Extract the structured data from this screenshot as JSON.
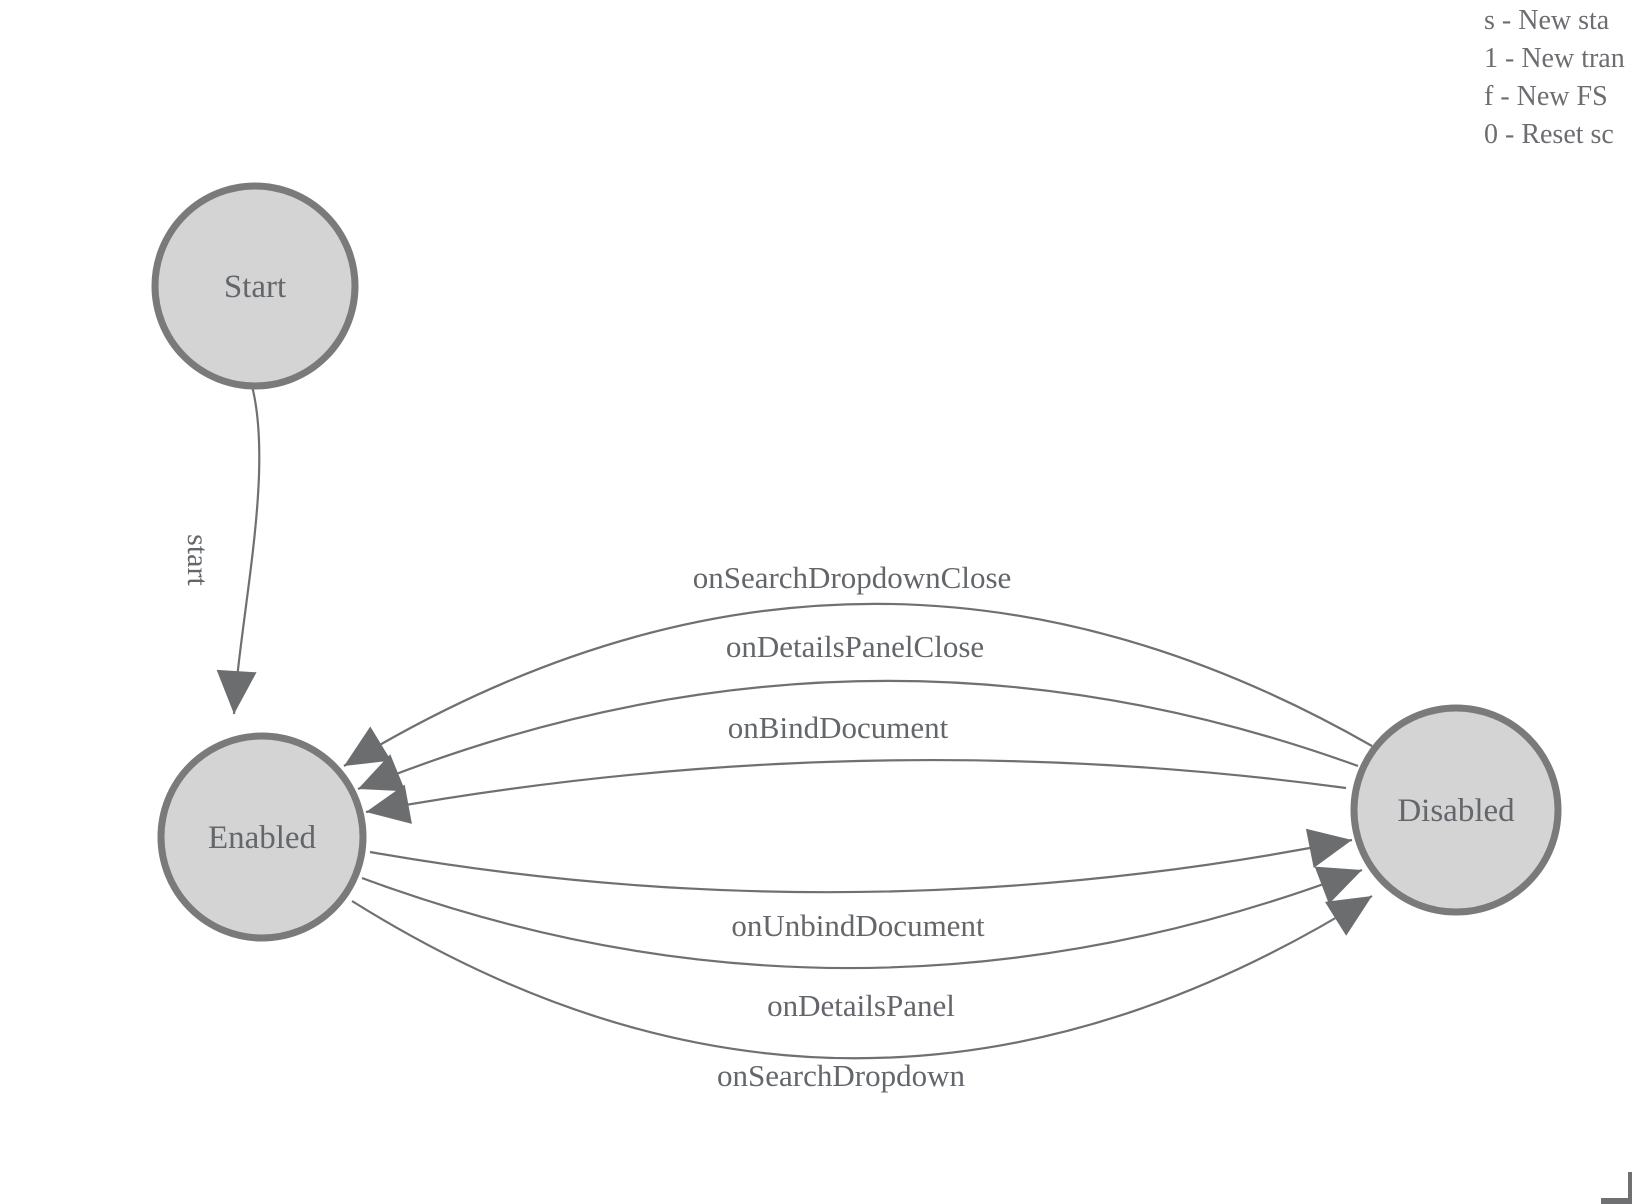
{
  "diagram": {
    "type": "finite-state-machine",
    "nodes": {
      "start": {
        "label": "Start"
      },
      "enabled": {
        "label": "Enabled"
      },
      "disabled": {
        "label": "Disabled"
      }
    },
    "edges": {
      "start": {
        "label": "start",
        "from": "Start",
        "to": "Enabled"
      },
      "disabled_to_enabled": [
        {
          "label": "onSearchDropdownClose",
          "from": "Disabled",
          "to": "Enabled"
        },
        {
          "label": "onDetailsPanelClose",
          "from": "Disabled",
          "to": "Enabled"
        },
        {
          "label": "onBindDocument",
          "from": "Disabled",
          "to": "Enabled"
        }
      ],
      "enabled_to_disabled": [
        {
          "label": "onUnbindDocument",
          "from": "Enabled",
          "to": "Disabled"
        },
        {
          "label": "onDetailsPanel",
          "from": "Enabled",
          "to": "Disabled"
        },
        {
          "label": "onSearchDropdown",
          "from": "Enabled",
          "to": "Disabled"
        }
      ]
    }
  },
  "legend": {
    "lines": [
      "s - New sta",
      "1 - New tran",
      "f - New FS",
      "0 - Reset sc"
    ]
  },
  "colors": {
    "node_fill": "#d4d4d4",
    "node_stroke": "#7a7a7a",
    "edge_stroke": "#6f7072",
    "arrow_fill": "#6b6d6f",
    "label_text": "#63666a",
    "legend_text": "#6b6d70",
    "background": "#ffffff"
  }
}
